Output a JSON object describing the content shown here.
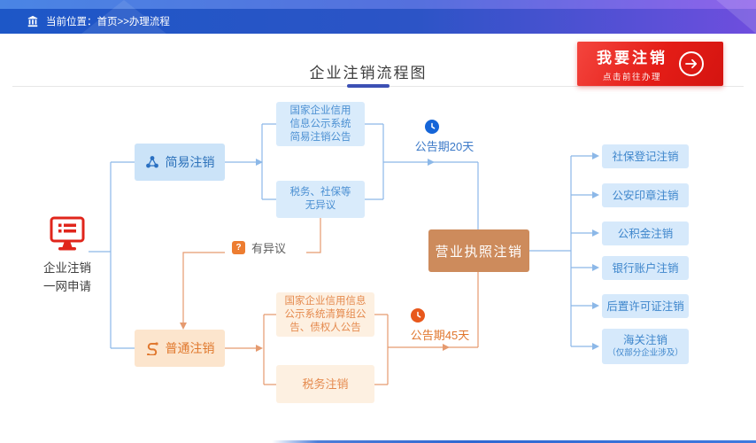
{
  "breadcrumb": {
    "label": "当前位置：首页>>办理流程"
  },
  "page": {
    "title": "企业注销流程图"
  },
  "cta": {
    "label": "我要注销",
    "sub": "点击前往办理"
  },
  "flow": {
    "start": {
      "line1": "企业注销",
      "line2": "一网申请"
    },
    "simple": {
      "label": "简易注销"
    },
    "simple_announce": {
      "line1": "国家企业信用",
      "line2": "信息公示系统",
      "line3": "简易注销公告"
    },
    "no_objection": {
      "line1": "税务、社保等",
      "line2": "无异议"
    },
    "period20": {
      "label": "公告期20天"
    },
    "objection": {
      "label": "有异议",
      "q_mark": "?"
    },
    "ordinary": {
      "label": "普通注销"
    },
    "ordinary_announce": {
      "line1": "国家企业信用信息",
      "line2": "公示系统清算组公",
      "line3": "告、债权人公告"
    },
    "tax_cancel": {
      "label": "税务注销"
    },
    "period45": {
      "label": "公告期45天"
    },
    "license_cancel": {
      "label": "营业执照注销"
    },
    "outcomes": [
      {
        "label": "社保登记注销"
      },
      {
        "label": "公安印章注销"
      },
      {
        "label": "公积金注销"
      },
      {
        "label": "银行账户注销"
      },
      {
        "label": "后置许可证注销"
      },
      {
        "label": "海关注销",
        "note": "（仅部分企业涉及）"
      }
    ]
  },
  "colors": {
    "header_blue": "#1d57c7",
    "header_purple": "#6f4ede",
    "cta_red": "#e01b16",
    "flow_blue": "#2d72ba",
    "flow_blue_light": "#d6e9fb",
    "flow_orange": "#e0792e",
    "flow_orange_light": "#fdf0e1",
    "license_tan": "#cd8b5c",
    "title_accent": "#3c50b4"
  }
}
